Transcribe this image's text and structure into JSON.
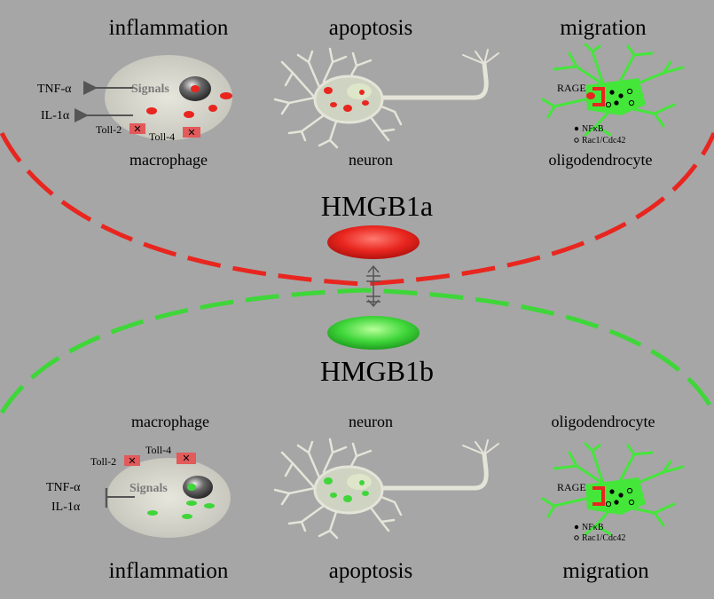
{
  "top": {
    "headings": {
      "left": "inflammation",
      "middle": "apoptosis",
      "right": "migration"
    },
    "cells": {
      "left": "macrophage",
      "middle": "neuron",
      "right": "oligodendrocyte"
    },
    "macrophage": {
      "signals": "Signals",
      "cytokine_1": "TNF-α",
      "cytokine_2": "IL-1α",
      "receptor_1": "Toll-2",
      "receptor_2": "Toll-4"
    },
    "oligo": {
      "receptor": "RAGE",
      "legend_1": "NFκB",
      "legend_2": "Rac1/Cdc42"
    }
  },
  "center": {
    "top_label": "HMGB1a",
    "bottom_label": "HMGB1b"
  },
  "bottom": {
    "headings": {
      "left": "inflammation",
      "middle": "apoptosis",
      "right": "migration"
    },
    "cells": {
      "left": "macrophage",
      "middle": "neuron",
      "right": "oligodendrocyte"
    },
    "macrophage": {
      "signals": "Signals",
      "cytokine_1": "TNF-α",
      "cytokine_2": "IL-1α",
      "receptor_1": "Toll-2",
      "receptor_2": "Toll-4"
    },
    "oligo": {
      "receptor": "RAGE",
      "legend_1": "NFκB",
      "legend_2": "Rac1/Cdc42"
    }
  },
  "colors": {
    "background": "#a6a6a6",
    "hmgb1a": "#e8261f",
    "hmgb1b": "#3fd63a",
    "receptor": "#e25a5a",
    "cell_fill": "#d3d3c9"
  }
}
